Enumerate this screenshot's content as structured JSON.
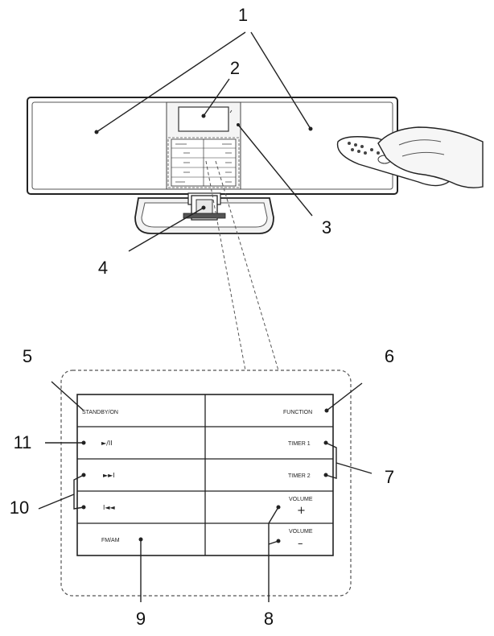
{
  "callouts": {
    "c1": "1",
    "c2": "2",
    "c3": "3",
    "c4": "4",
    "c5": "5",
    "c6": "6",
    "c7": "7",
    "c8": "8",
    "c9": "9",
    "c10": "10",
    "c11": "11"
  },
  "panel": {
    "standby_on": "STANDBY/ON",
    "function": "FUNCTION",
    "play_pause": "►/II",
    "timer1": "TIMER 1",
    "skip_forward": "►►I",
    "timer2": "TIMER 2",
    "skip_back": "I◄◄",
    "volume_up_label": "VOLUME",
    "volume_up_sign": "+",
    "fm_am": "FM/AM",
    "volume_down_label": "VOLUME",
    "volume_down_sign": "–"
  }
}
